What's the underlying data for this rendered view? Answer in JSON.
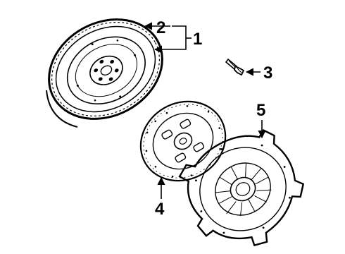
{
  "diagram": {
    "callouts": [
      {
        "id": "c2",
        "label": "2"
      },
      {
        "id": "c1",
        "label": "1"
      },
      {
        "id": "c3",
        "label": "3"
      },
      {
        "id": "c5",
        "label": "5"
      },
      {
        "id": "c4",
        "label": "4"
      }
    ]
  }
}
